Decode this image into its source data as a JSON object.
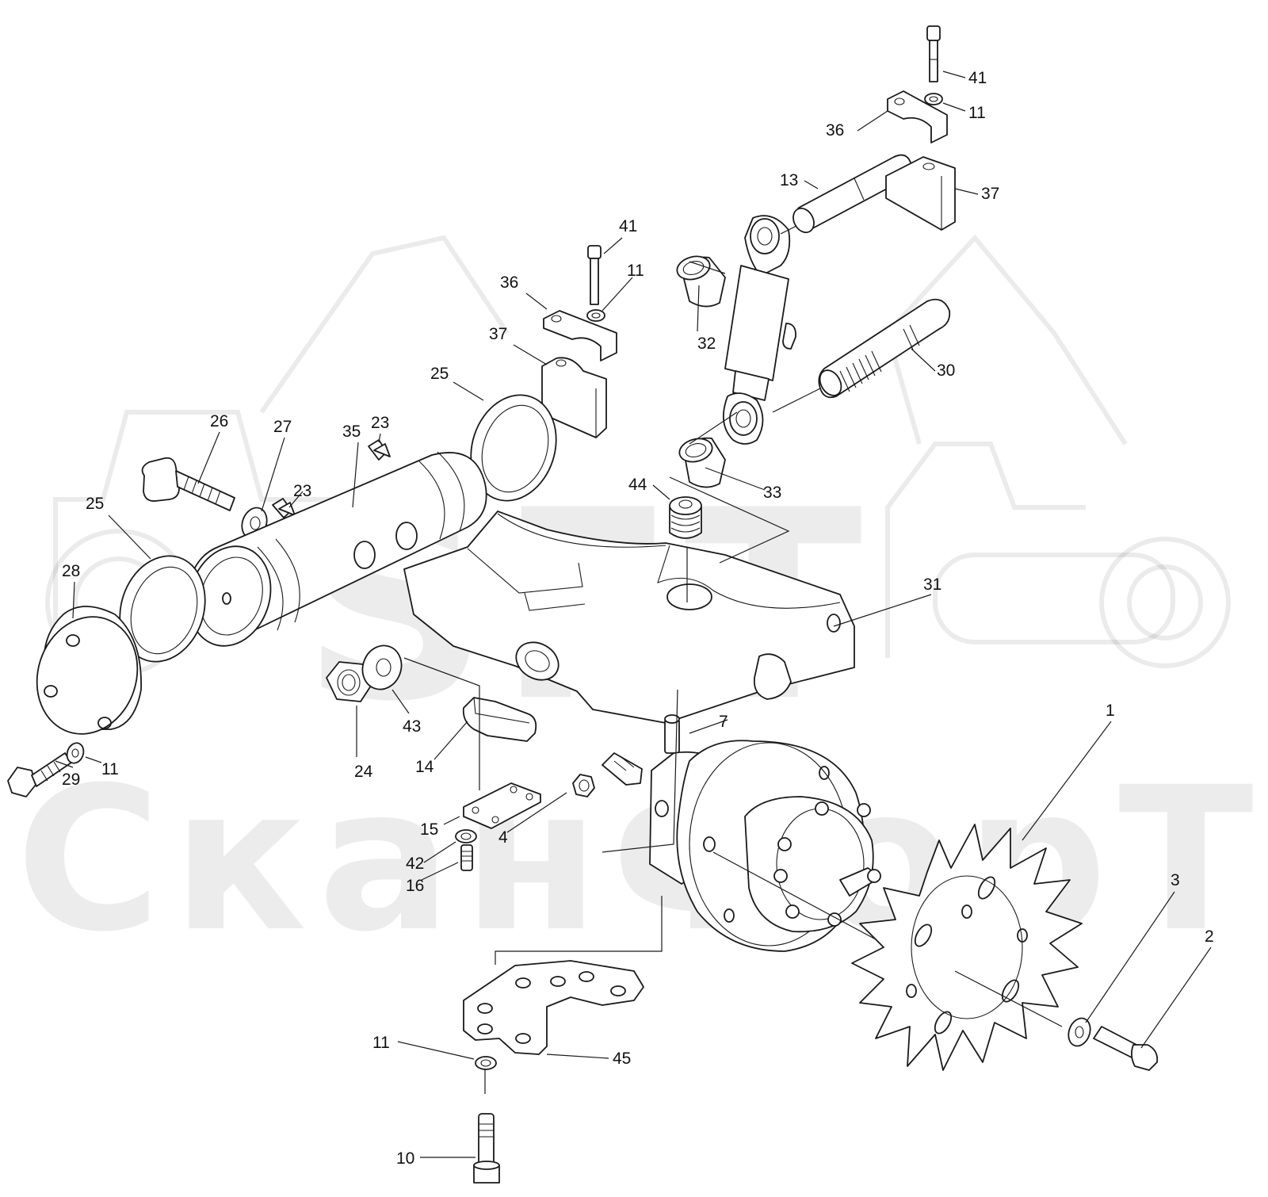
{
  "watermark": {
    "top_text": "SFT",
    "bottom_text": "СканФорТек"
  },
  "callouts": [
    {
      "id": "c-41a",
      "label": "41"
    },
    {
      "id": "c-11a",
      "label": "11"
    },
    {
      "id": "c-36a",
      "label": "36"
    },
    {
      "id": "c-13",
      "label": "13"
    },
    {
      "id": "c-37a",
      "label": "37"
    },
    {
      "id": "c-41b",
      "label": "41"
    },
    {
      "id": "c-11b",
      "label": "11"
    },
    {
      "id": "c-36b",
      "label": "36"
    },
    {
      "id": "c-37b",
      "label": "37"
    },
    {
      "id": "c-32",
      "label": "32"
    },
    {
      "id": "c-30",
      "label": "30"
    },
    {
      "id": "c-25a",
      "label": "25"
    },
    {
      "id": "c-26",
      "label": "26"
    },
    {
      "id": "c-27",
      "label": "27"
    },
    {
      "id": "c-35",
      "label": "35"
    },
    {
      "id": "c-23a",
      "label": "23"
    },
    {
      "id": "c-23b",
      "label": "23"
    },
    {
      "id": "c-33",
      "label": "33"
    },
    {
      "id": "c-44",
      "label": "44"
    },
    {
      "id": "c-25b",
      "label": "25"
    },
    {
      "id": "c-28",
      "label": "28"
    },
    {
      "id": "c-31",
      "label": "31"
    },
    {
      "id": "c-43",
      "label": "43"
    },
    {
      "id": "c-7",
      "label": "7"
    },
    {
      "id": "c-1",
      "label": "1"
    },
    {
      "id": "c-24",
      "label": "24"
    },
    {
      "id": "c-14",
      "label": "14"
    },
    {
      "id": "c-29",
      "label": "29"
    },
    {
      "id": "c-11c",
      "label": "11"
    },
    {
      "id": "c-15",
      "label": "15"
    },
    {
      "id": "c-4",
      "label": "4"
    },
    {
      "id": "c-42",
      "label": "42"
    },
    {
      "id": "c-16",
      "label": "16"
    },
    {
      "id": "c-3",
      "label": "3"
    },
    {
      "id": "c-2",
      "label": "2"
    },
    {
      "id": "c-11d",
      "label": "11"
    },
    {
      "id": "c-45",
      "label": "45"
    },
    {
      "id": "c-10",
      "label": "10"
    }
  ]
}
